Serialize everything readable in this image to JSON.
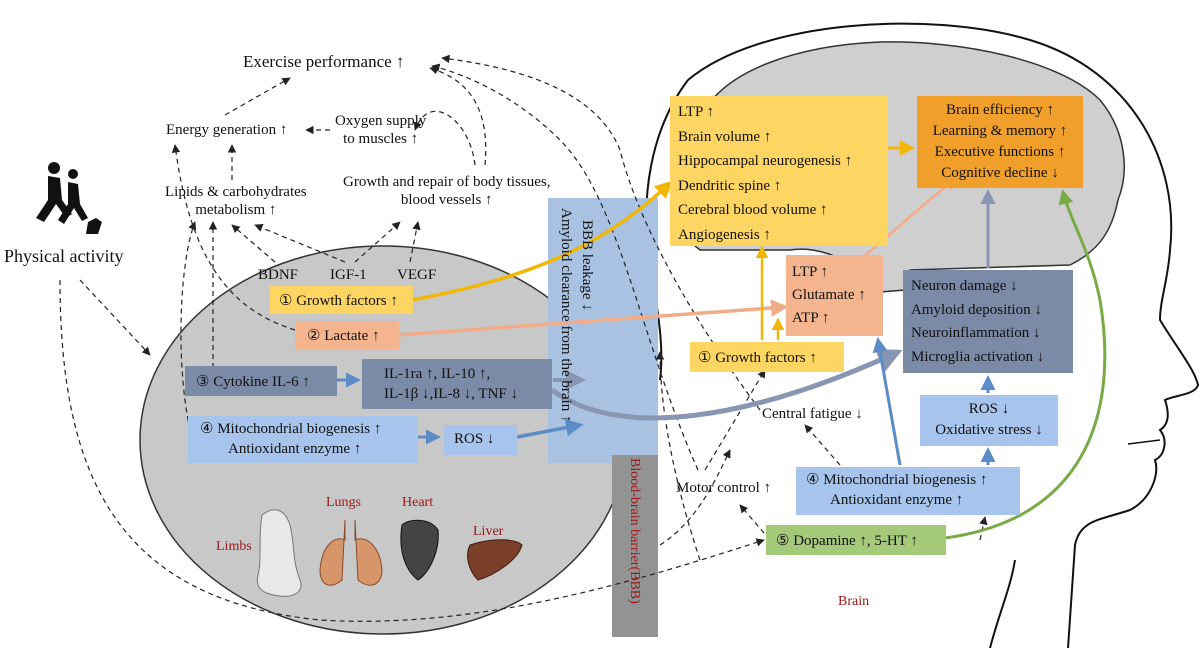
{
  "left": {
    "physical_activity": "Physical activity",
    "exercise_performance": "Exercise performance ↑",
    "energy_generation": "Energy generation ↑",
    "oxygen_supply": [
      "Oxygen supply",
      "to muscles ↑"
    ],
    "lipids": [
      "Lipids & carbohydrates",
      "metabolism ↑"
    ],
    "growth_repair": [
      "Growth and repair of body tissues,",
      "blood vessels ↑"
    ],
    "bdnf": "BDNF",
    "igf1": "IGF-1",
    "vegf": "VEGF",
    "growth_factors": "① Growth factors ↑",
    "lactate": "② Lactate ↑",
    "cytokine": "③ Cytokine IL-6 ↑",
    "il_box": [
      "IL-1ra ↑, IL-10 ↑,",
      "IL-1β ↓,IL-8 ↓, TNF ↓"
    ],
    "mito": [
      "④ Mitochondrial biogenesis ↑",
      "Antioxidant enzyme ↑"
    ],
    "ros": "ROS ↓",
    "organs": {
      "limbs": "Limbs",
      "lungs": "Lungs",
      "heart": "Heart",
      "liver": "Liver"
    }
  },
  "barrier": {
    "bbb_line1": "BBB leakage ↓",
    "bbb_line2": "Amyloid clearance from the brain ↑",
    "bbb_label": "Blood-brain barrier(BBB)"
  },
  "brain": {
    "yellow_box": [
      "LTP ↑",
      "Brain volume ↑",
      "Hippocampal neurogenesis ↑",
      "Dendritic spine ↑",
      "Cerebral blood volume ↑",
      "Angiogenesis ↑"
    ],
    "orange_box": [
      "Brain efficiency ↑",
      "Learning & memory ↑",
      "Executive functions ↑",
      "Cognitive decline ↓"
    ],
    "peach_box": [
      "LTP ↑",
      "Glutamate ↑",
      "ATP ↑"
    ],
    "slate_box": [
      "Neuron damage ↓",
      "Amyloid deposition ↓",
      "Neuroinflammation ↓",
      "Microglia activation ↓"
    ],
    "growth_factors": "① Growth factors ↑",
    "ros_box": [
      "ROS ↓",
      "Oxidative stress ↓"
    ],
    "central_fatigue": "Central fatigue ↓",
    "motor_control": "Motor control ↑",
    "mito": [
      "④ Mitochondrial biogenesis ↑",
      "Antioxidant enzyme ↑"
    ],
    "dopamine": "⑤ Dopamine ↑, 5-HT ↑",
    "brain_label": "Brain"
  }
}
